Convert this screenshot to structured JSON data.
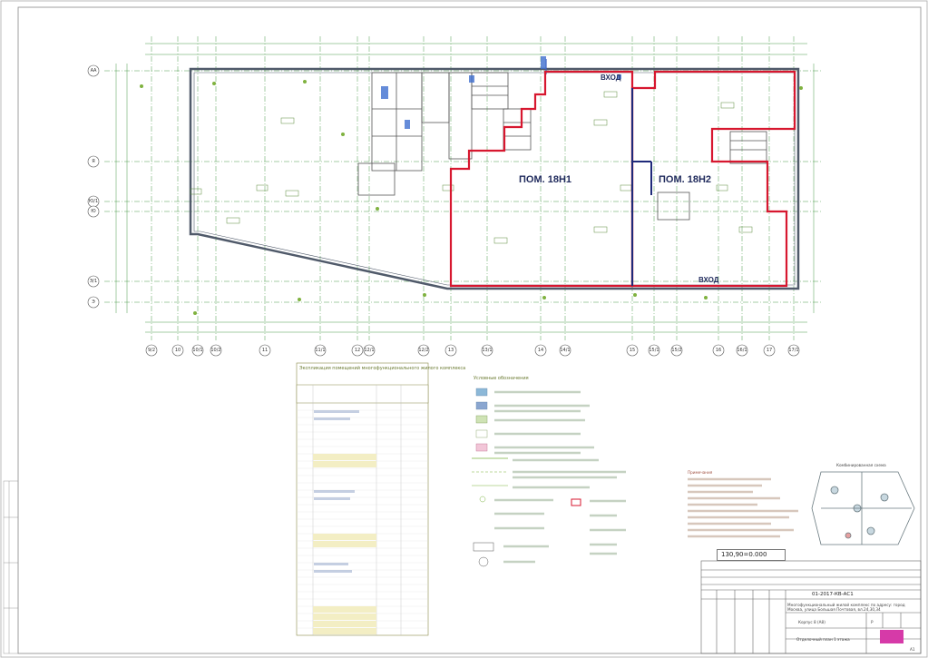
{
  "plan": {
    "room_1": "ПОМ. 18Н1",
    "room_2": "ПОМ. 18Н2",
    "entrance_top": "ВХОД",
    "entrance_bottom": "ВХОД",
    "colors": {
      "highlight_room": "#d7172f",
      "highlight_divider": "#1f2a7a",
      "wall": "#505a6a",
      "grid": "#4a9b4a"
    }
  },
  "axes_horizontal": [
    "9/2",
    "10",
    "10/1",
    "10/2",
    "11",
    "11/1",
    "12",
    "12/1",
    "12/2",
    "13",
    "13/1",
    "14",
    "14/1",
    "15",
    "15/1",
    "15/2",
    "16",
    "16/1",
    "17",
    "17/1"
  ],
  "axes_vertical": [
    "АА",
    "Я",
    "Ю/1",
    "Ю",
    "Э/1",
    "Э"
  ],
  "explication": {
    "title": "Экспликация помещений многофункционального жилого комплекса"
  },
  "legend": {
    "title": "Условные обозначения"
  },
  "notes": {
    "title": "Примечания"
  },
  "key_plan": {
    "title": "Комбинированная схема"
  },
  "scale": "130,90=0.000",
  "title_block": {
    "code": "01-2017-КВ-АС1",
    "project": "Многофункциональный жилой комплекс по адресу: город Москва, улица Большая Почтовая, вл.24,30,34",
    "building": "Корпус 8 (А8)",
    "stage": "Р",
    "sheet_name": "Отделочный план 1 этажа",
    "format": "А1"
  }
}
